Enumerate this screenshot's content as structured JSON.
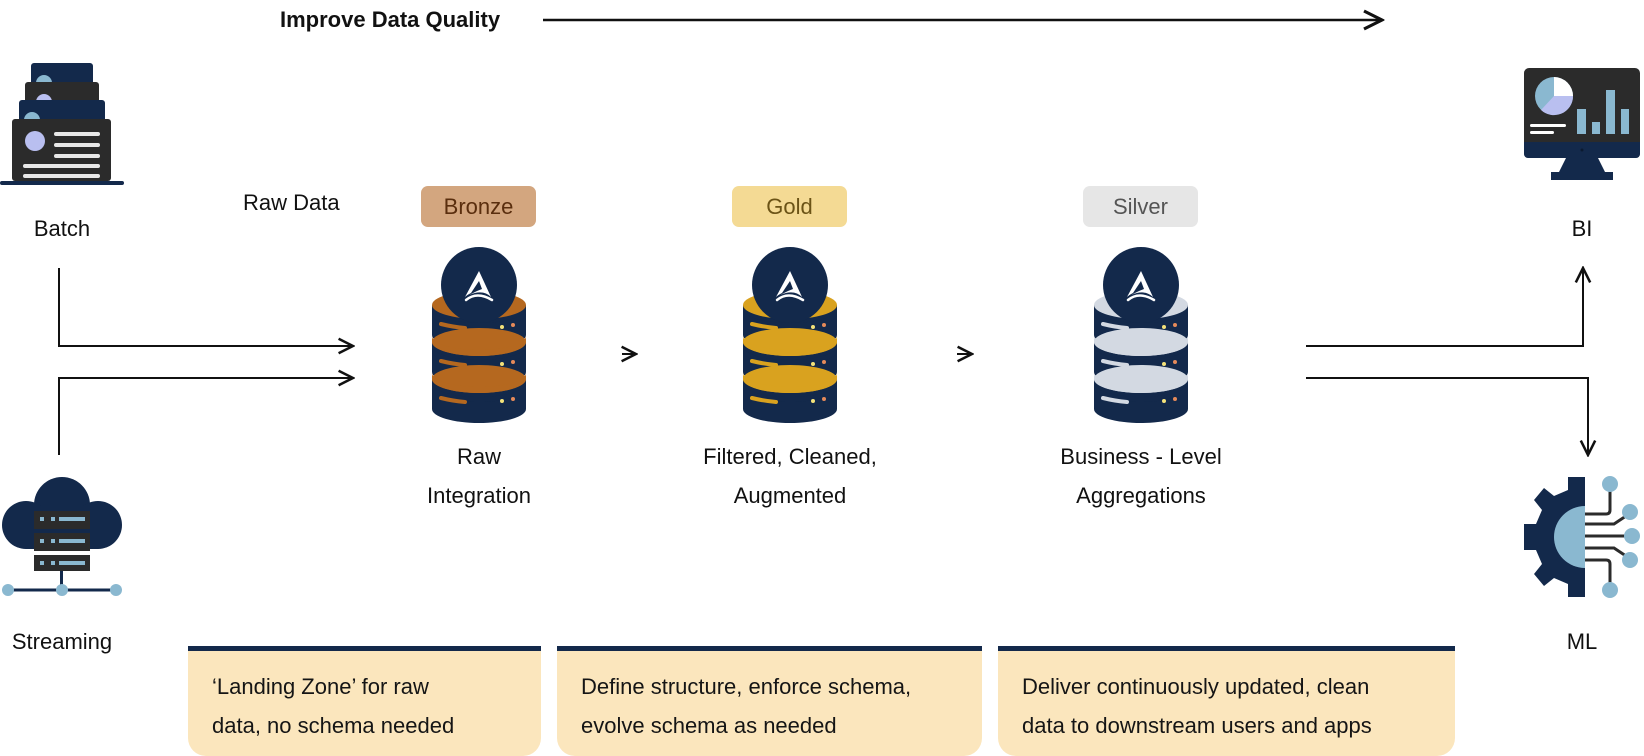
{
  "header": {
    "title": "Improve Data Quality",
    "arrow_direction": "right"
  },
  "sources": [
    {
      "label": "Batch",
      "icon": "batch-documents-icon"
    },
    {
      "label": "Streaming",
      "icon": "cloud-server-icon"
    }
  ],
  "input_label": "Raw Data",
  "stages": [
    {
      "badge": "Bronze",
      "badge_bg": "#d3a67f",
      "badge_fg": "#5a2e0e",
      "accent": "#b5681f",
      "label_lines": [
        "Raw",
        "Integration"
      ],
      "icon": "database-icon"
    },
    {
      "badge": "Gold",
      "badge_bg": "#f4da94",
      "badge_fg": "#6b5316",
      "accent": "#d9a21f",
      "label_lines": [
        "Filtered, Cleaned,",
        "Augmented"
      ],
      "icon": "database-icon"
    },
    {
      "badge": "Silver",
      "badge_bg": "#e6e6e6",
      "badge_fg": "#555555",
      "accent": "#d3d9e2",
      "label_lines": [
        "Business - Level",
        "Aggregations"
      ],
      "icon": "database-icon"
    }
  ],
  "destinations": [
    {
      "label": "BI",
      "icon": "monitor-dashboard-icon"
    },
    {
      "label": "ML",
      "icon": "gear-circuit-icon"
    }
  ],
  "panels": [
    {
      "lines": [
        "‘Landing Zone’ for raw",
        "data, no schema needed"
      ]
    },
    {
      "lines": [
        "Define structure, enforce schema,",
        "evolve schema as needed"
      ]
    },
    {
      "lines": [
        "Deliver continuously updated, clean",
        "data to downstream users and apps"
      ]
    }
  ],
  "colors": {
    "navy": "#13294b",
    "dark": "#2b2b2b",
    "light_blue": "#8ab8d0",
    "lavender": "#b9bff0",
    "panel_bg": "#fbe6bd"
  }
}
